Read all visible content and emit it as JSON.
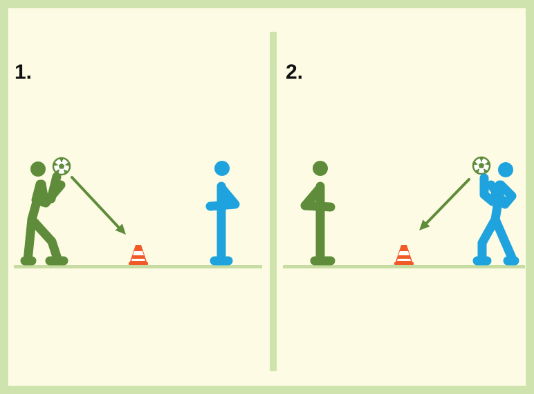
{
  "colors": {
    "background": "#fdfbe3",
    "frame": "#cfe3ae",
    "ground": "#c6dca2",
    "green_player": "#5e8c3a",
    "blue_player": "#1ea3de",
    "cone": "#f05a28",
    "arrow": "#5e8c3a"
  },
  "panels": [
    {
      "number": "1.",
      "thrower": "green-player",
      "catcher": "blue-player",
      "ball_target": "cone"
    },
    {
      "number": "2.",
      "thrower": "blue-player",
      "catcher": "green-player",
      "ball_target": "cone"
    }
  ],
  "icons": [
    "soccer-ball-icon",
    "traffic-cone-icon",
    "arrow-icon"
  ]
}
